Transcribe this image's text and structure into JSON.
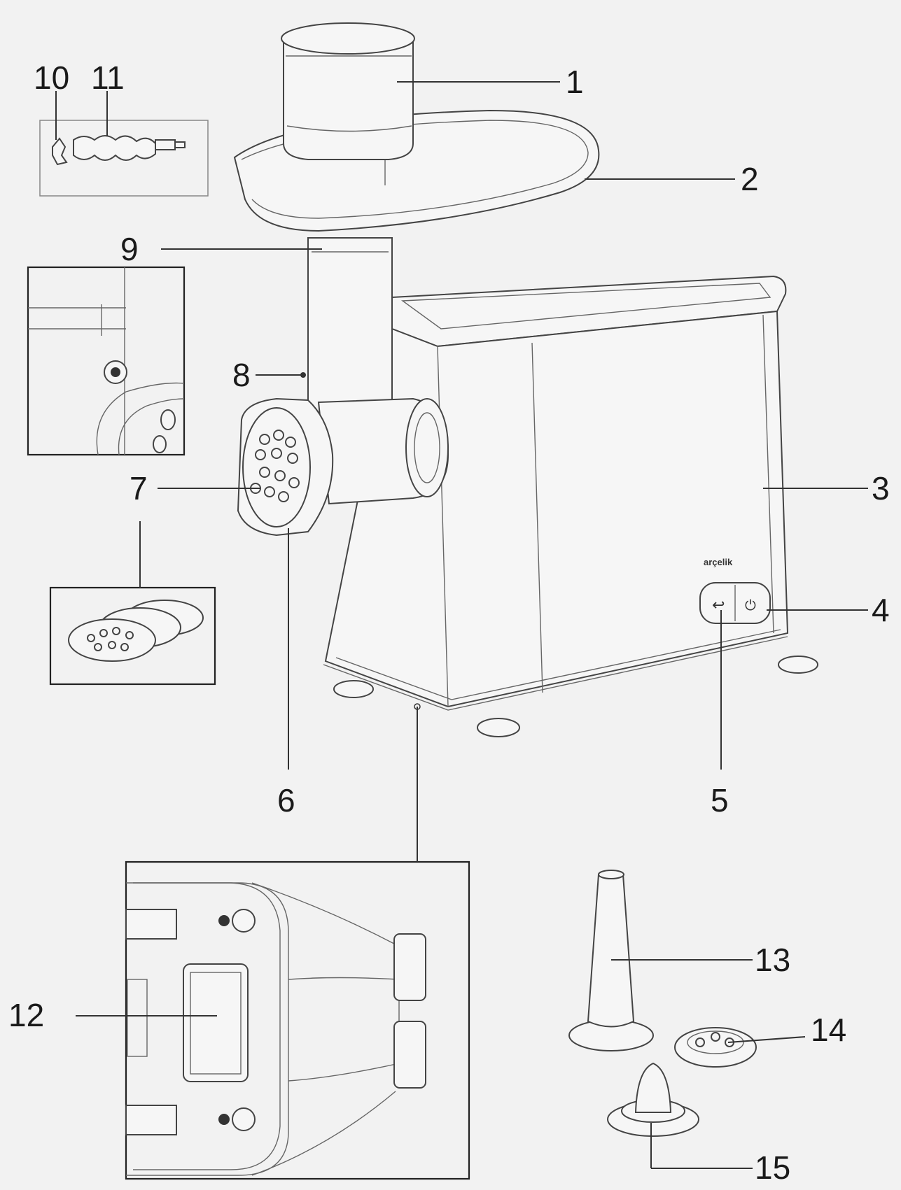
{
  "brand": "arçelik",
  "callouts": [
    {
      "id": "1",
      "text": "1"
    },
    {
      "id": "2",
      "text": "2"
    },
    {
      "id": "3",
      "text": "3"
    },
    {
      "id": "4",
      "text": "4"
    },
    {
      "id": "5",
      "text": "5"
    },
    {
      "id": "6",
      "text": "6"
    },
    {
      "id": "7",
      "text": "7"
    },
    {
      "id": "8",
      "text": "8"
    },
    {
      "id": "9",
      "text": "9"
    },
    {
      "id": "10",
      "text": "10"
    },
    {
      "id": "11",
      "text": "11"
    },
    {
      "id": "12",
      "text": "12"
    },
    {
      "id": "13",
      "text": "13"
    },
    {
      "id": "14",
      "text": "14"
    },
    {
      "id": "15",
      "text": "15"
    }
  ],
  "buttons": {
    "reverse_symbol": "↩",
    "power_symbol": "⏻"
  }
}
